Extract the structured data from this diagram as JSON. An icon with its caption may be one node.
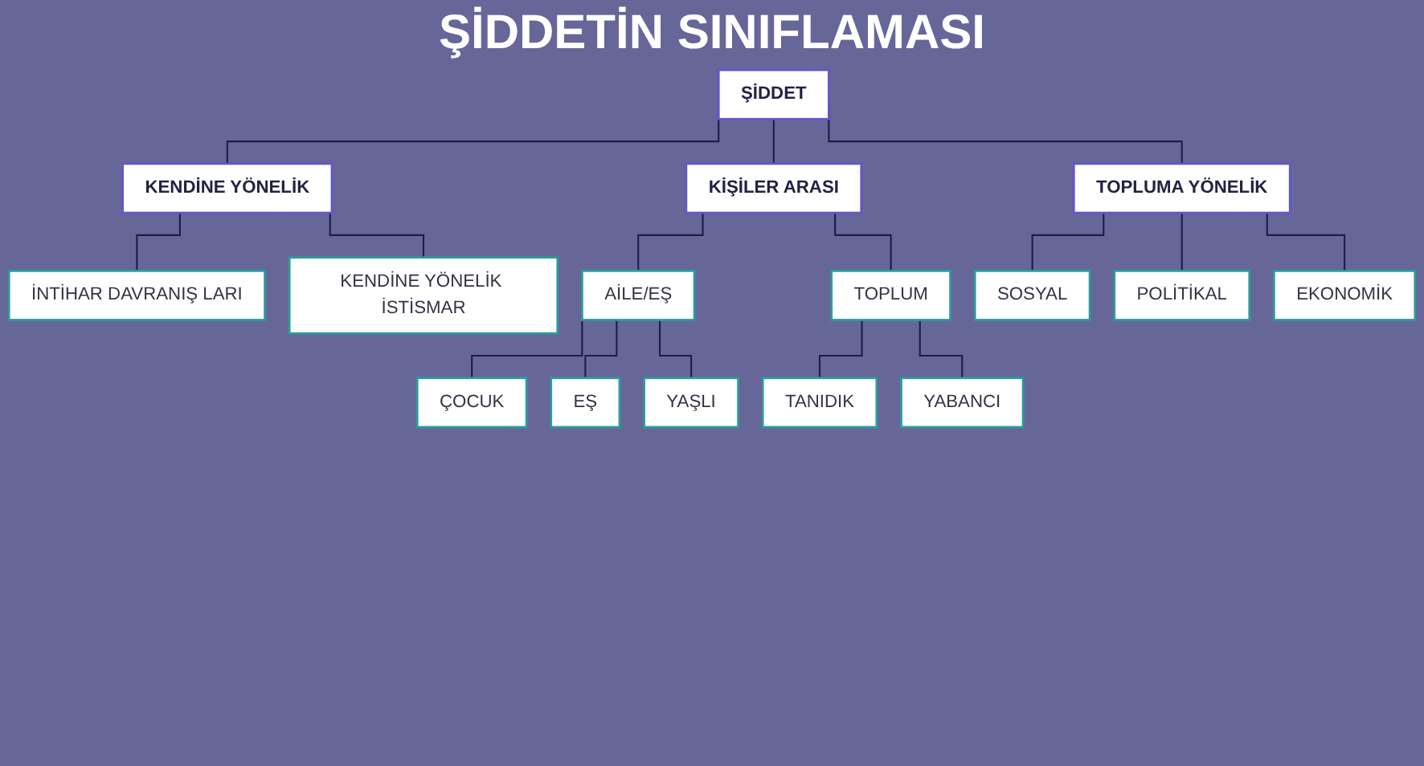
{
  "diagram": {
    "title": "ŞİDDETİN SINIFLAMASI",
    "nodes": [
      {
        "text": [
          "ŞİDDET"
        ]
      },
      {
        "text": [
          "KENDİNE YÖNELİK"
        ]
      },
      {
        "text": [
          "KİŞİLER ARASI"
        ]
      },
      {
        "text": [
          "TOPLUMA YÖNELİK"
        ]
      },
      {
        "text": [
          "İNTİHAR DAVRANIŞ LARI"
        ]
      },
      {
        "text": [
          "KENDİNE YÖNELİK İSTİSMAR"
        ]
      },
      {
        "text": [
          "AİLE/EŞ"
        ]
      },
      {
        "text": [
          "TOPLUM"
        ]
      },
      {
        "text": [
          "SOSYAL"
        ]
      },
      {
        "text": [
          "POLİTİKAL"
        ]
      },
      {
        "text": [
          "EKONOMİK"
        ]
      },
      {
        "text": [
          "ÇOCUK"
        ]
      },
      {
        "text": [
          "EŞ"
        ]
      },
      {
        "text": [
          "YAŞLI"
        ]
      },
      {
        "text": [
          "TANIDIK"
        ]
      },
      {
        "text": [
          "YABANCI"
        ]
      }
    ],
    "edges": [
      {
        "from": 0,
        "to": 1,
        "arrow": "none"
      },
      {
        "from": 0,
        "to": 2,
        "arrow": "none"
      },
      {
        "from": 0,
        "to": 3,
        "arrow": "none"
      },
      {
        "from": 1,
        "to": 4,
        "arrow": "none"
      },
      {
        "from": 1,
        "to": 5,
        "arrow": "none"
      },
      {
        "from": 2,
        "to": 6,
        "arrow": "none"
      },
      {
        "from": 2,
        "to": 7,
        "arrow": "none"
      },
      {
        "from": 3,
        "to": 8,
        "arrow": "none"
      },
      {
        "from": 3,
        "to": 9,
        "arrow": "none"
      },
      {
        "from": 3,
        "to": 10,
        "arrow": "none"
      },
      {
        "from": 6,
        "to": 11,
        "arrow": "none"
      },
      {
        "from": 6,
        "to": 12,
        "arrow": "none"
      },
      {
        "from": 6,
        "to": 13,
        "arrow": "none"
      },
      {
        "from": 7,
        "to": 14,
        "arrow": "none"
      },
      {
        "from": 7,
        "to": 15,
        "arrow": "none"
      }
    ]
  }
}
